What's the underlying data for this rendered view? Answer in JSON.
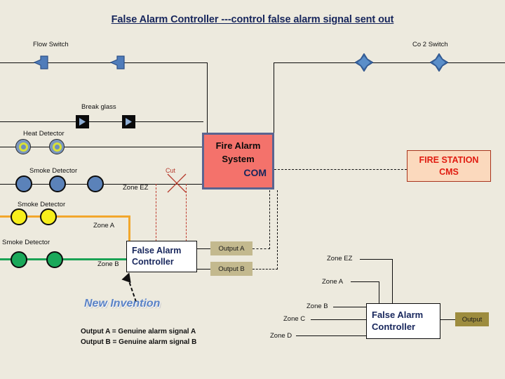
{
  "title": "False Alarm Controller ---control false alarm signal sent out",
  "labels": {
    "flow_switch": "Flow Switch",
    "co2_switch": "Co 2  Switch",
    "break_glass": "Break glass",
    "heat_detector": "Heat Detector",
    "smoke_detector_1": "Smoke Detector",
    "smoke_detector_2": "Smoke Detector",
    "smoke_detector_3": "Smoke Detector",
    "cut": "Cut"
  },
  "zones": {
    "ez_top": "Zone EZ",
    "a_top": "Zone A",
    "b_top": "Zone B",
    "ez_bottom": "Zone EZ",
    "a_bottom": "Zone A",
    "b_bottom": "Zone B",
    "c_bottom": "Zone C",
    "d_bottom": "Zone D"
  },
  "fire_alarm_system": {
    "line1": "Fire Alarm",
    "line2": "System",
    "line3": "COM"
  },
  "fire_station": {
    "line1": "FIRE STATION",
    "line2": "CMS"
  },
  "controller_left": {
    "line1": "False Alarm",
    "line2": "Controller"
  },
  "controller_right": {
    "line1": "False Alarm",
    "line2": "Controller"
  },
  "outputs": {
    "a": "Output A",
    "b": "Output B",
    "single": "Output"
  },
  "annotation": {
    "new_invention": "New Invention",
    "legend_a": "Output A = Genuine alarm signal A",
    "legend_b": "Output B = Genuine alarm signal B"
  },
  "colors": {
    "background": "#edeade",
    "fire_alarm_fill": "#f4726b",
    "fire_alarm_border": "#5a6490",
    "fire_station_fill": "#fbd9bd",
    "fire_station_text": "#e01b10",
    "zone_a_wire": "#f2a72c",
    "zone_b_wire": "#1aa254",
    "controller_text": "#17265c",
    "output_fill": "#c3b98e",
    "output_dark_fill": "#9d8c3e",
    "cut_red": "#c0392b",
    "new_invention": "#5b83c6"
  }
}
